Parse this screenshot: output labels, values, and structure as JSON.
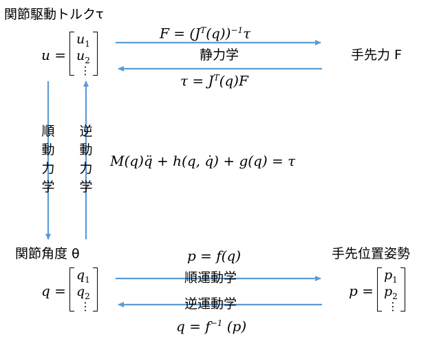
{
  "labels": {
    "joint_torque": "関節駆動トルクτ",
    "tip_force": "手先力 F",
    "joint_angle": "関節角度 θ",
    "tip_pose": "手先位置姿勢",
    "statics": "静力学",
    "forward_dynamics": [
      "順",
      "動",
      "力",
      "学"
    ],
    "inverse_dynamics": [
      "逆",
      "動",
      "力",
      "学"
    ],
    "forward_kinematics": "順運動学",
    "inverse_kinematics": "逆運動学"
  },
  "equations": {
    "u_lhs": "u =",
    "q_lhs": "q =",
    "p_lhs": "p =",
    "force_from_torque": "F = (J^T(q))^{-1}τ",
    "torque_from_force": "τ = J^T(q)F",
    "dynamics": "M(q)q̈ + h(q, q̇) + g(q) = τ",
    "forward_kin": "p = f(q)",
    "inverse_kin": "q = f^{-1}(p)"
  },
  "vectors": {
    "u": [
      "u1",
      "u2",
      "⋮"
    ],
    "q": [
      "q1",
      "q2",
      "⋮"
    ],
    "p": [
      "p1",
      "p2",
      "⋮"
    ]
  },
  "colors": {
    "arrow": "#5b9bd5",
    "text": "#000000"
  }
}
